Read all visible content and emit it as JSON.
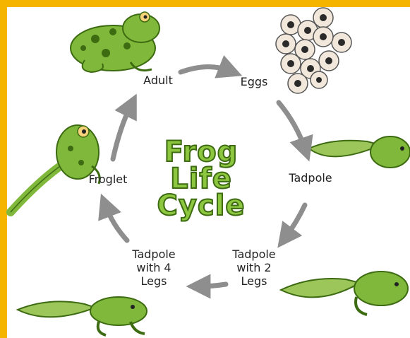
{
  "title": {
    "line1": "Frog",
    "line2": "Life",
    "line3": "Cycle"
  },
  "stages": {
    "adult": "Adult",
    "eggs": "Eggs",
    "tadpole": "Tadpole",
    "tadpole_2_legs": [
      "Tadpole",
      "with 2",
      "Legs"
    ],
    "tadpole_4_legs": [
      "Tadpole",
      "with 4",
      "Legs"
    ],
    "froglet": "Froglet"
  },
  "colors": {
    "frame": "#f4b400",
    "frog_green": "#7fb83a",
    "frog_dark": "#3d6b12",
    "arrow_gray": "#8e8e8e",
    "egg_fill": "#f1e7da",
    "egg_center": "#2a2a2a"
  },
  "icons": [
    "adult-frog",
    "egg-cluster",
    "tadpole",
    "tadpole-with-2-legs",
    "tadpole-with-4-legs",
    "froglet",
    "cycle-arrow"
  ]
}
